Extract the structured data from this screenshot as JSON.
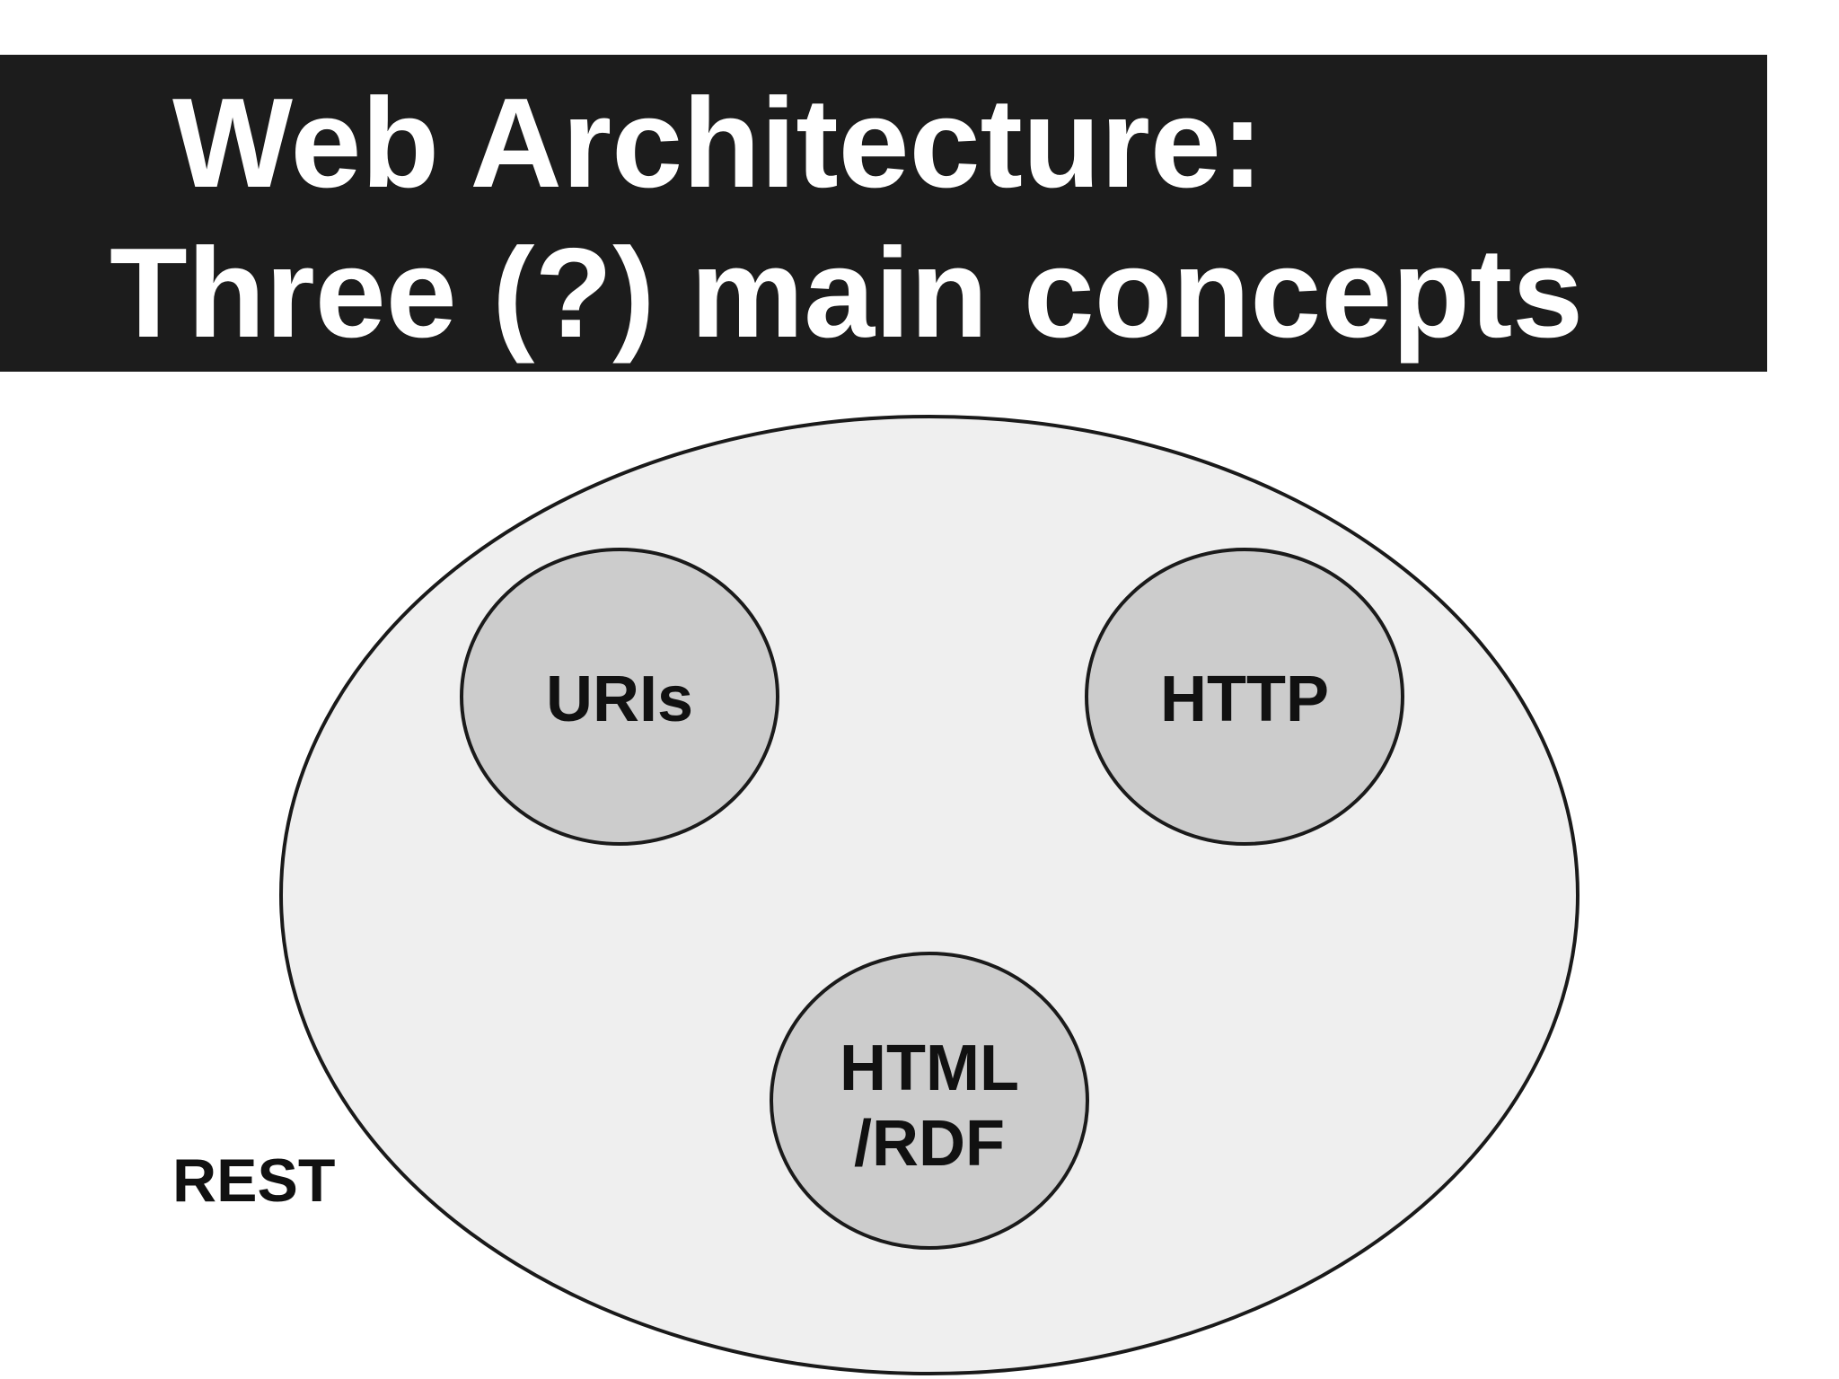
{
  "slide": {
    "title_line_1": "Web Architecture:",
    "title_line_2": "Three (?) main concepts"
  },
  "diagram": {
    "outer": {
      "label": "REST",
      "fill": "#efefef",
      "stroke": "#1a1a1a"
    },
    "nodes": [
      {
        "id": "uris",
        "label_lines": [
          "URIs"
        ]
      },
      {
        "id": "http",
        "label_lines": [
          "HTTP"
        ]
      },
      {
        "id": "html-rdf",
        "label_lines": [
          "HTML",
          "/RDF"
        ]
      }
    ],
    "node_fill": "#cccccc",
    "node_stroke": "#1a1a1a"
  },
  "colors": {
    "title_bar": "#1c1c1c",
    "title_text": "#ffffff",
    "background": "#ffffff"
  }
}
